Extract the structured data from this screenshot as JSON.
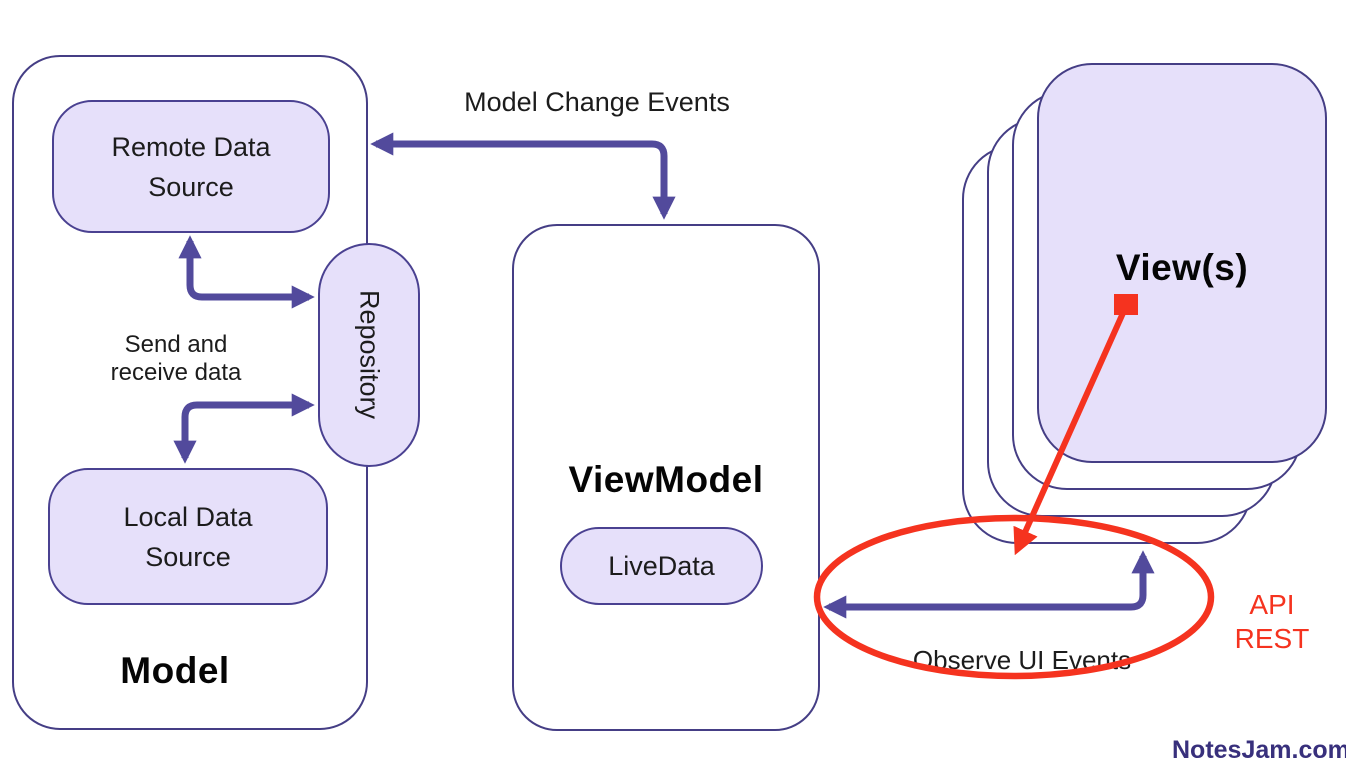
{
  "model": {
    "title": "Model",
    "remote_data_source_label": "Remote Data Source",
    "local_data_source_label": "Local Data Source",
    "repository_label": "Repository",
    "send_receive_label": "Send and receive data"
  },
  "viewmodel": {
    "title": "ViewModel",
    "livedata_label": "LiveData"
  },
  "views": {
    "title": "View(s)"
  },
  "arrows": {
    "model_change_events_label": "Model Change Events",
    "observe_ui_events_label": "Observe UI Events"
  },
  "annotations": {
    "api_rest_line1": "API",
    "api_rest_line2": "REST"
  },
  "watermark": "NotesJam.com",
  "colors": {
    "outline": "#453e85",
    "arrow": "#524a9c",
    "fill_lavender": "#e6e0fa",
    "red": "#f5331f",
    "watermark": "#38307c",
    "text": "#1c1c1c"
  }
}
